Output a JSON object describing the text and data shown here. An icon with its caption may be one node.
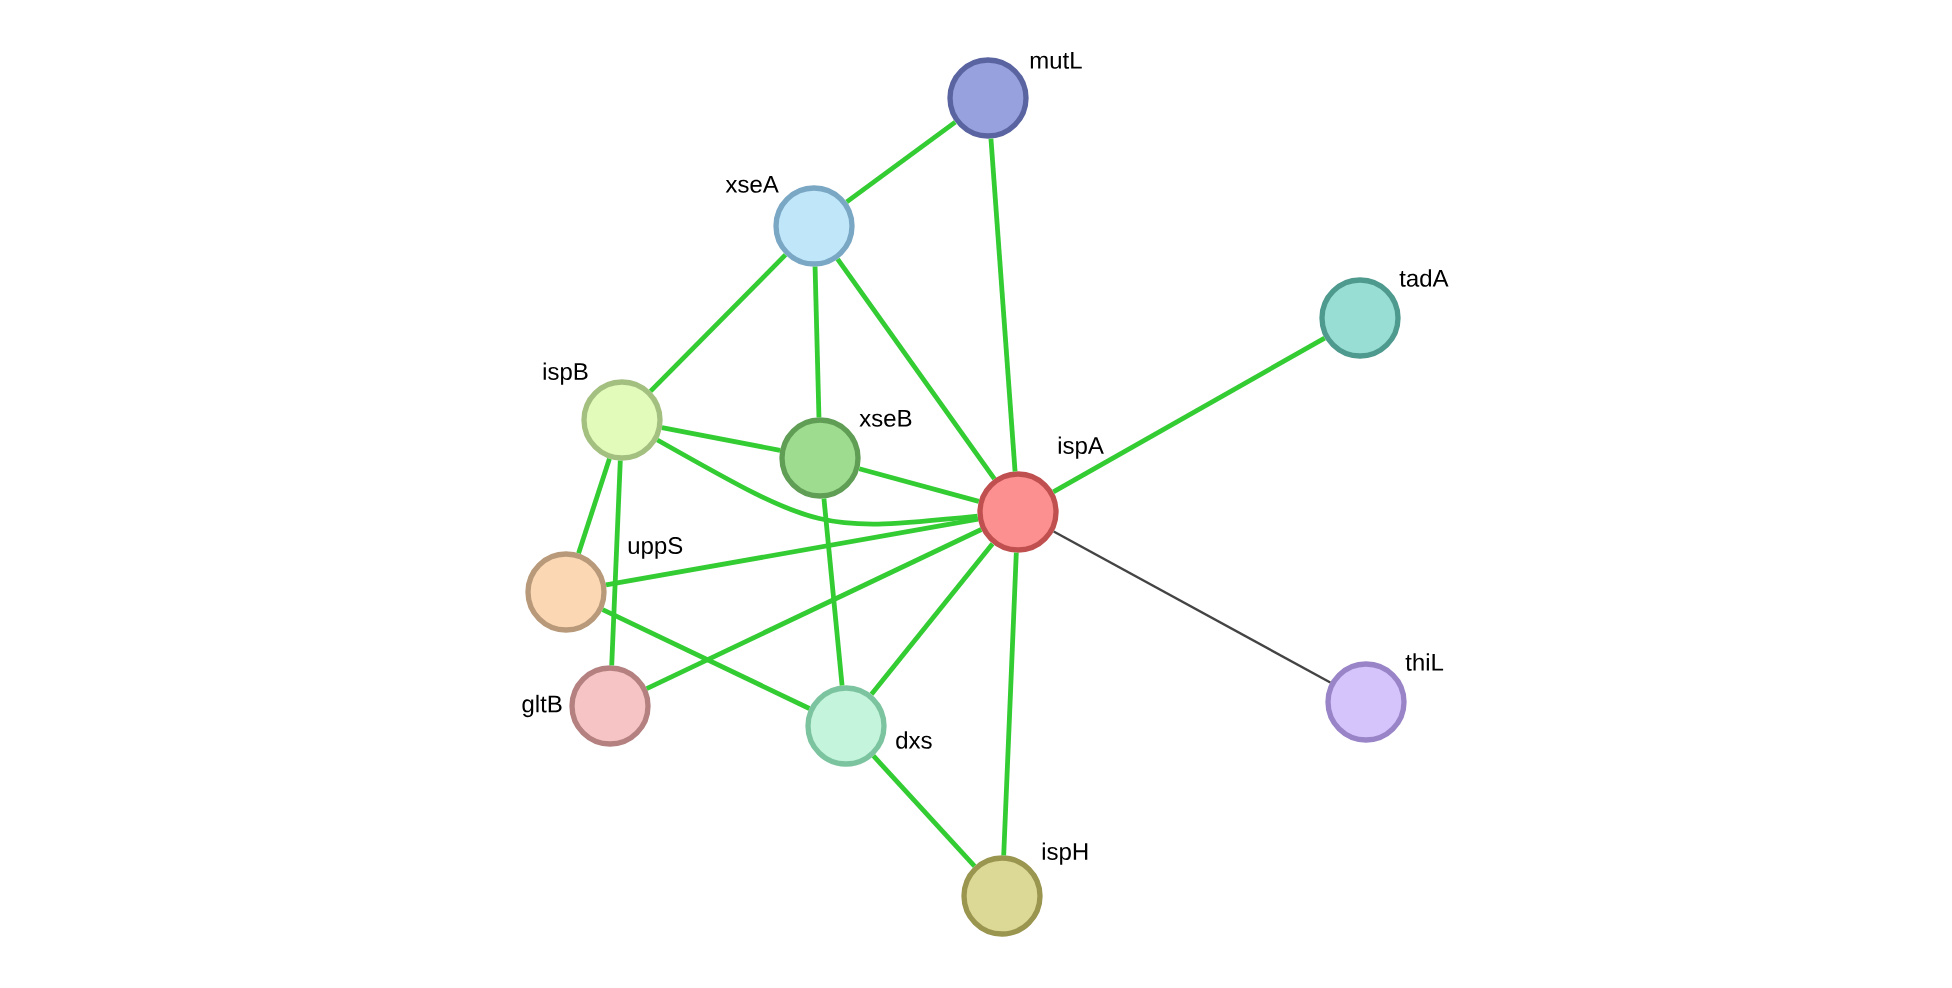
{
  "diagram": {
    "nodes": [
      {
        "text": [
          "mutL"
        ]
      },
      {
        "text": [
          "xseA"
        ]
      },
      {
        "text": [
          "tadA"
        ]
      },
      {
        "text": [
          "ispB"
        ]
      },
      {
        "text": [
          "xseB"
        ]
      },
      {
        "text": [
          "ispA"
        ]
      },
      {
        "text": [
          "uppS"
        ]
      },
      {
        "text": [
          "gltB"
        ]
      },
      {
        "text": [
          "dxs"
        ]
      },
      {
        "text": [
          "ispH"
        ]
      },
      {
        "text": [
          "thiL"
        ]
      }
    ],
    "edges": [
      {
        "from": 0,
        "to": 1,
        "arrow": "none"
      },
      {
        "from": 0,
        "to": 5,
        "arrow": "none"
      },
      {
        "from": 1,
        "to": 3,
        "arrow": "none"
      },
      {
        "from": 1,
        "to": 4,
        "arrow": "none"
      },
      {
        "from": 1,
        "to": 5,
        "arrow": "none"
      },
      {
        "from": 2,
        "to": 5,
        "arrow": "none"
      },
      {
        "from": 3,
        "to": 4,
        "arrow": "none"
      },
      {
        "from": 3,
        "to": 5,
        "arrow": "none"
      },
      {
        "from": 3,
        "to": 6,
        "arrow": "none"
      },
      {
        "from": 3,
        "to": 7,
        "arrow": "none"
      },
      {
        "from": 4,
        "to": 5,
        "arrow": "none"
      },
      {
        "from": 4,
        "to": 8,
        "arrow": "none"
      },
      {
        "from": 6,
        "to": 5,
        "arrow": "none"
      },
      {
        "from": 6,
        "to": 8,
        "arrow": "none"
      },
      {
        "from": 7,
        "to": 5,
        "arrow": "none"
      },
      {
        "from": 8,
        "to": 5,
        "arrow": "none"
      },
      {
        "from": 8,
        "to": 9,
        "arrow": "none"
      },
      {
        "from": 9,
        "to": 5,
        "arrow": "none"
      },
      {
        "from": 5,
        "to": 10,
        "arrow": "none",
        "color": "#444444"
      }
    ]
  }
}
